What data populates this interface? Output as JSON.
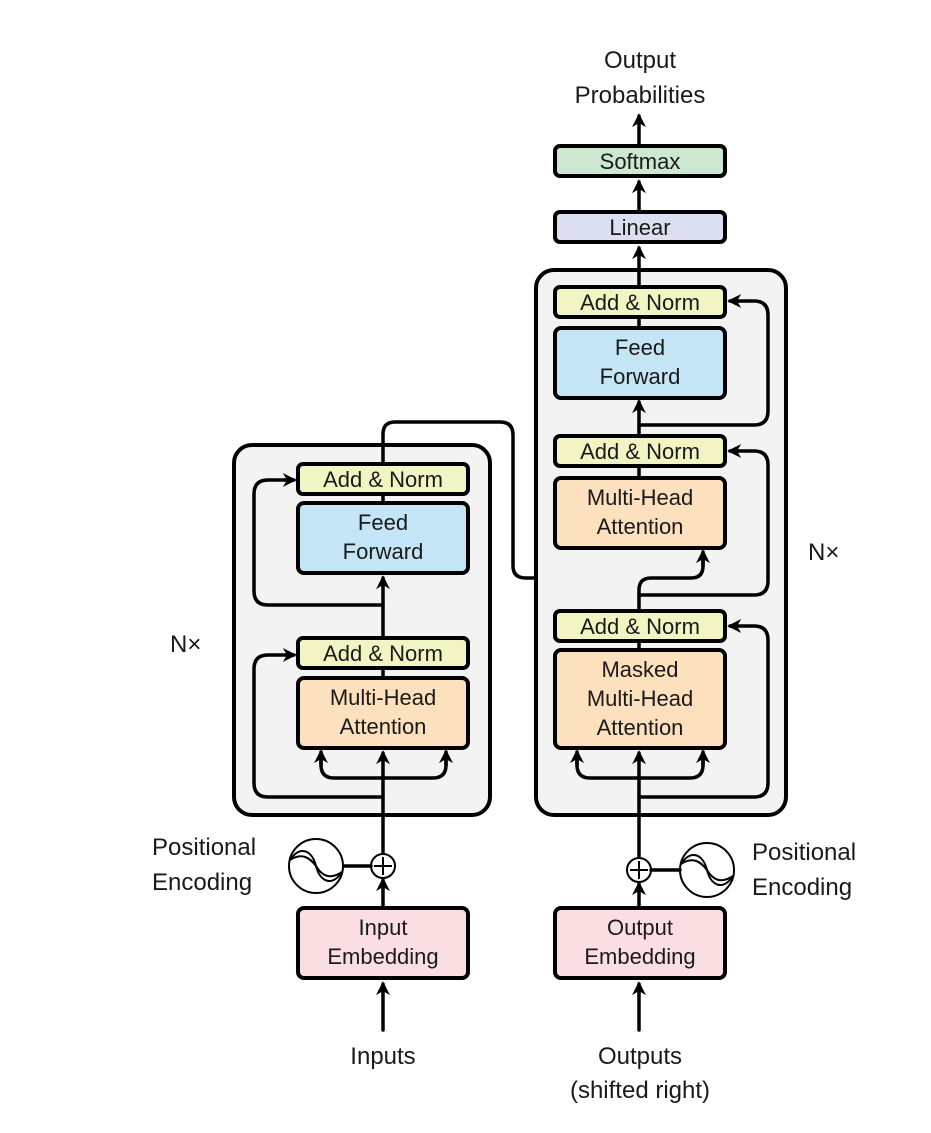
{
  "colors": {
    "stack_bg": "#f3f3f3",
    "add_norm": "#f2f4c3",
    "feed_forward": "#c3e5f5",
    "attention": "#fde0bd",
    "embedding": "#fbdee2",
    "linear": "#dcdff0",
    "softmax": "#cde8d0"
  },
  "encoder": {
    "repeat_label": "N×",
    "add_norm_top": "Add & Norm",
    "feed_forward": [
      "Feed",
      "Forward"
    ],
    "add_norm_bottom": "Add & Norm",
    "attention": [
      "Multi-Head",
      "Attention"
    ],
    "positional_encoding": [
      "Positional",
      "Encoding"
    ],
    "embedding": [
      "Input",
      "Embedding"
    ],
    "input_label": "Inputs"
  },
  "decoder": {
    "repeat_label": "N×",
    "add_norm_top": "Add & Norm",
    "feed_forward": [
      "Feed",
      "Forward"
    ],
    "add_norm_middle": "Add & Norm",
    "cross_attention": [
      "Multi-Head",
      "Attention"
    ],
    "add_norm_bottom": "Add & Norm",
    "masked_attention": [
      "Masked",
      "Multi-Head",
      "Attention"
    ],
    "positional_encoding": [
      "Positional",
      "Encoding"
    ],
    "embedding": [
      "Output",
      "Embedding"
    ],
    "input_label": [
      "Outputs",
      "(shifted right)"
    ]
  },
  "head": {
    "linear": "Linear",
    "softmax": "Softmax",
    "output_label": [
      "Output",
      "Probabilities"
    ]
  }
}
